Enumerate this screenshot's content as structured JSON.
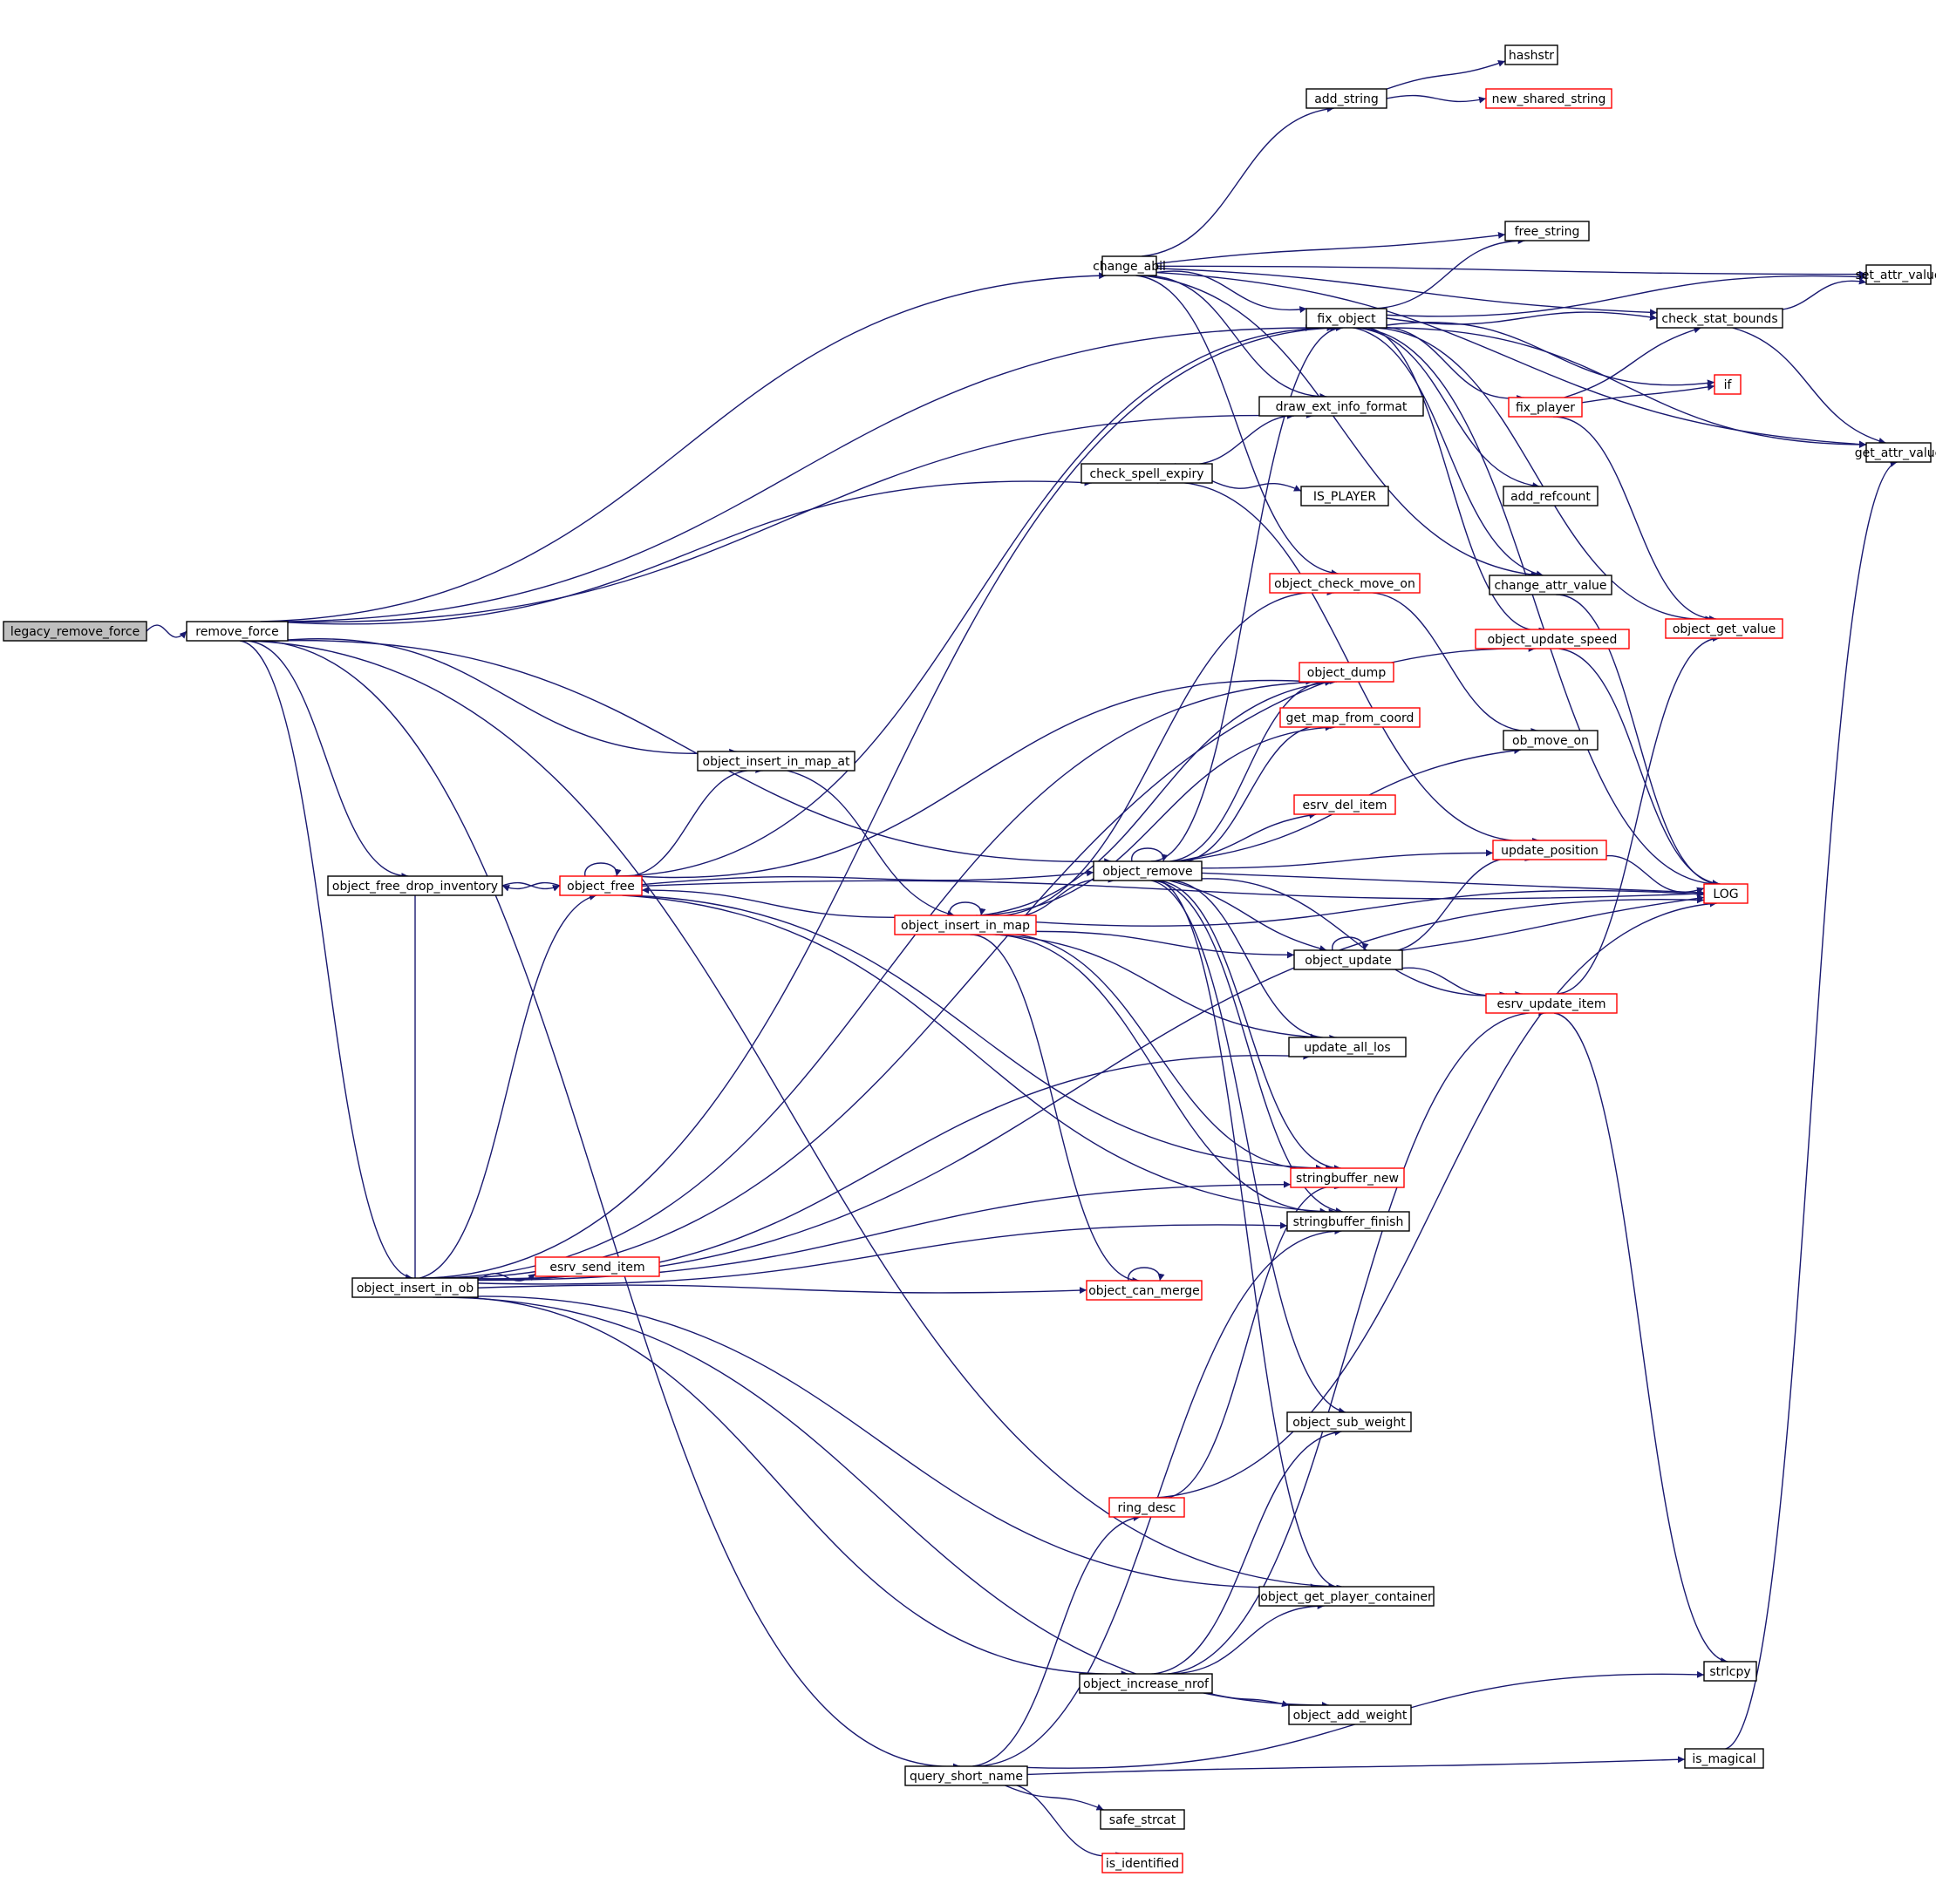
{
  "colors": {
    "edge": "#191970",
    "node_fill": "#ffffff",
    "root_fill": "#bfbfbf",
    "border_normal": "#000000",
    "border_truncated": "#ff0000"
  },
  "graph": {
    "root": "legacy_remove_force",
    "nodes": [
      {
        "id": "legacy_remove_force",
        "label": "legacy_remove_force",
        "kind": "root"
      },
      {
        "id": "remove_force",
        "label": "remove_force",
        "kind": "normal"
      },
      {
        "id": "change_abil",
        "label": "change_abil",
        "kind": "normal"
      },
      {
        "id": "add_string",
        "label": "add_string",
        "kind": "normal"
      },
      {
        "id": "hashstr",
        "label": "hashstr",
        "kind": "normal"
      },
      {
        "id": "new_shared_string",
        "label": "new_shared_string",
        "kind": "truncated"
      },
      {
        "id": "free_string",
        "label": "free_string",
        "kind": "normal"
      },
      {
        "id": "set_attr_value",
        "label": "set_attr_value",
        "kind": "normal"
      },
      {
        "id": "fix_object",
        "label": "fix_object",
        "kind": "normal"
      },
      {
        "id": "check_stat_bounds",
        "label": "check_stat_bounds",
        "kind": "normal"
      },
      {
        "id": "if",
        "label": "if",
        "kind": "truncated"
      },
      {
        "id": "fix_player",
        "label": "fix_player",
        "kind": "truncated"
      },
      {
        "id": "draw_ext_info_format",
        "label": "draw_ext_info_format",
        "kind": "normal"
      },
      {
        "id": "get_attr_value",
        "label": "get_attr_value",
        "kind": "normal"
      },
      {
        "id": "check_spell_expiry",
        "label": "check_spell_expiry",
        "kind": "normal"
      },
      {
        "id": "IS_PLAYER",
        "label": "IS_PLAYER",
        "kind": "normal"
      },
      {
        "id": "add_refcount",
        "label": "add_refcount",
        "kind": "normal"
      },
      {
        "id": "object_check_move_on",
        "label": "object_check_move_on",
        "kind": "truncated"
      },
      {
        "id": "change_attr_value",
        "label": "change_attr_value",
        "kind": "normal"
      },
      {
        "id": "object_get_value",
        "label": "object_get_value",
        "kind": "truncated"
      },
      {
        "id": "object_update_speed",
        "label": "object_update_speed",
        "kind": "truncated"
      },
      {
        "id": "object_dump",
        "label": "object_dump",
        "kind": "truncated"
      },
      {
        "id": "get_map_from_coord",
        "label": "get_map_from_coord",
        "kind": "truncated"
      },
      {
        "id": "ob_move_on",
        "label": "ob_move_on",
        "kind": "normal"
      },
      {
        "id": "object_insert_in_map_at",
        "label": "object_insert_in_map_at",
        "kind": "normal"
      },
      {
        "id": "esrv_del_item",
        "label": "esrv_del_item",
        "kind": "truncated"
      },
      {
        "id": "update_position",
        "label": "update_position",
        "kind": "truncated"
      },
      {
        "id": "object_free_drop_inventory",
        "label": "object_free_drop_inventory",
        "kind": "normal"
      },
      {
        "id": "object_free",
        "label": "object_free",
        "kind": "truncated"
      },
      {
        "id": "object_remove",
        "label": "object_remove",
        "kind": "normal"
      },
      {
        "id": "LOG",
        "label": "LOG",
        "kind": "truncated"
      },
      {
        "id": "object_insert_in_map",
        "label": "object_insert_in_map",
        "kind": "truncated"
      },
      {
        "id": "object_update",
        "label": "object_update",
        "kind": "normal"
      },
      {
        "id": "esrv_update_item",
        "label": "esrv_update_item",
        "kind": "truncated"
      },
      {
        "id": "update_all_los",
        "label": "update_all_los",
        "kind": "normal"
      },
      {
        "id": "stringbuffer_new",
        "label": "stringbuffer_new",
        "kind": "truncated"
      },
      {
        "id": "stringbuffer_finish",
        "label": "stringbuffer_finish",
        "kind": "normal"
      },
      {
        "id": "object_insert_in_ob",
        "label": "object_insert_in_ob",
        "kind": "normal"
      },
      {
        "id": "esrv_send_item",
        "label": "esrv_send_item",
        "kind": "truncated"
      },
      {
        "id": "object_can_merge",
        "label": "object_can_merge",
        "kind": "truncated"
      },
      {
        "id": "object_sub_weight",
        "label": "object_sub_weight",
        "kind": "normal"
      },
      {
        "id": "ring_desc",
        "label": "ring_desc",
        "kind": "truncated"
      },
      {
        "id": "object_get_player_container",
        "label": "object_get_player_container",
        "kind": "normal"
      },
      {
        "id": "strlcpy",
        "label": "strlcpy",
        "kind": "normal"
      },
      {
        "id": "object_increase_nrof",
        "label": "object_increase_nrof",
        "kind": "normal"
      },
      {
        "id": "object_add_weight",
        "label": "object_add_weight",
        "kind": "normal"
      },
      {
        "id": "is_magical",
        "label": "is_magical",
        "kind": "normal"
      },
      {
        "id": "query_short_name",
        "label": "query_short_name",
        "kind": "normal"
      },
      {
        "id": "safe_strcat",
        "label": "safe_strcat",
        "kind": "normal"
      },
      {
        "id": "is_identified",
        "label": "is_identified",
        "kind": "truncated"
      }
    ],
    "edges": [
      [
        "legacy_remove_force",
        "remove_force"
      ],
      [
        "remove_force",
        "change_abil"
      ],
      [
        "remove_force",
        "fix_object"
      ],
      [
        "remove_force",
        "draw_ext_info_format"
      ],
      [
        "remove_force",
        "check_spell_expiry"
      ],
      [
        "remove_force",
        "object_insert_in_map_at"
      ],
      [
        "remove_force",
        "object_remove"
      ],
      [
        "remove_force",
        "object_free_drop_inventory"
      ],
      [
        "remove_force",
        "object_insert_in_ob"
      ],
      [
        "remove_force",
        "object_get_player_container"
      ],
      [
        "remove_force",
        "query_short_name"
      ],
      [
        "change_abil",
        "add_string"
      ],
      [
        "change_abil",
        "set_attr_value"
      ],
      [
        "change_abil",
        "check_stat_bounds"
      ],
      [
        "change_abil",
        "get_attr_value"
      ],
      [
        "change_abil",
        "free_string"
      ],
      [
        "change_abil",
        "fix_object"
      ],
      [
        "change_abil",
        "draw_ext_info_format"
      ],
      [
        "change_abil",
        "object_check_move_on"
      ],
      [
        "change_abil",
        "change_attr_value"
      ],
      [
        "add_string",
        "hashstr"
      ],
      [
        "add_string",
        "new_shared_string"
      ],
      [
        "fix_object",
        "free_string"
      ],
      [
        "fix_object",
        "set_attr_value"
      ],
      [
        "fix_object",
        "check_stat_bounds"
      ],
      [
        "fix_object",
        "if"
      ],
      [
        "fix_object",
        "fix_player"
      ],
      [
        "fix_object",
        "get_attr_value"
      ],
      [
        "fix_object",
        "add_refcount"
      ],
      [
        "fix_object",
        "change_attr_value"
      ],
      [
        "fix_object",
        "object_update_speed"
      ],
      [
        "fix_object",
        "object_get_value"
      ],
      [
        "fix_object",
        "LOG"
      ],
      [
        "check_stat_bounds",
        "set_attr_value"
      ],
      [
        "check_stat_bounds",
        "get_attr_value"
      ],
      [
        "fix_player",
        "check_stat_bounds"
      ],
      [
        "fix_player",
        "if"
      ],
      [
        "fix_player",
        "object_get_value"
      ],
      [
        "check_spell_expiry",
        "draw_ext_info_format"
      ],
      [
        "check_spell_expiry",
        "IS_PLAYER"
      ],
      [
        "check_spell_expiry",
        "update_position"
      ],
      [
        "object_check_move_on",
        "ob_move_on"
      ],
      [
        "change_attr_value",
        "LOG"
      ],
      [
        "object_update_speed",
        "LOG"
      ],
      [
        "object_insert_in_map_at",
        "object_insert_in_map"
      ],
      [
        "update_position",
        "LOG"
      ],
      [
        "object_free_drop_inventory",
        "object_free"
      ],
      [
        "object_free",
        "object_free"
      ],
      [
        "object_free",
        "object_insert_in_map_at"
      ],
      [
        "object_free",
        "object_dump"
      ],
      [
        "object_free",
        "object_remove"
      ],
      [
        "object_free",
        "object_free_drop_inventory"
      ],
      [
        "object_free",
        "fix_object"
      ],
      [
        "object_free",
        "stringbuffer_new"
      ],
      [
        "object_free",
        "stringbuffer_finish"
      ],
      [
        "object_free",
        "LOG"
      ],
      [
        "object_remove",
        "object_remove"
      ],
      [
        "object_remove",
        "fix_object"
      ],
      [
        "object_remove",
        "object_dump"
      ],
      [
        "object_remove",
        "get_map_from_coord"
      ],
      [
        "object_remove",
        "ob_move_on"
      ],
      [
        "object_remove",
        "esrv_del_item"
      ],
      [
        "object_remove",
        "update_position"
      ],
      [
        "object_remove",
        "LOG"
      ],
      [
        "object_remove",
        "object_update"
      ],
      [
        "object_remove",
        "esrv_update_item"
      ],
      [
        "object_remove",
        "update_all_los"
      ],
      [
        "object_remove",
        "stringbuffer_new"
      ],
      [
        "object_remove",
        "stringbuffer_finish"
      ],
      [
        "object_remove",
        "object_sub_weight"
      ],
      [
        "object_remove",
        "object_get_player_container"
      ],
      [
        "object_insert_in_map",
        "object_insert_in_map"
      ],
      [
        "object_insert_in_map",
        "object_free"
      ],
      [
        "object_insert_in_map",
        "object_remove"
      ],
      [
        "object_insert_in_map",
        "object_check_move_on"
      ],
      [
        "object_insert_in_map",
        "object_dump"
      ],
      [
        "object_insert_in_map",
        "get_map_from_coord"
      ],
      [
        "object_insert_in_map",
        "object_update"
      ],
      [
        "object_insert_in_map",
        "update_all_los"
      ],
      [
        "object_insert_in_map",
        "LOG"
      ],
      [
        "object_insert_in_map",
        "stringbuffer_new"
      ],
      [
        "object_insert_in_map",
        "stringbuffer_finish"
      ],
      [
        "object_insert_in_map",
        "object_can_merge"
      ],
      [
        "object_update",
        "object_update"
      ],
      [
        "object_update",
        "update_position"
      ],
      [
        "object_update",
        "LOG"
      ],
      [
        "object_update",
        "esrv_update_item"
      ],
      [
        "esrv_update_item",
        "object_get_value"
      ],
      [
        "esrv_update_item",
        "strlcpy"
      ],
      [
        "object_insert_in_ob",
        "object_free_drop_inventory"
      ],
      [
        "object_insert_in_ob",
        "object_free"
      ],
      [
        "object_insert_in_ob",
        "fix_object"
      ],
      [
        "object_insert_in_ob",
        "object_dump"
      ],
      [
        "object_insert_in_ob",
        "object_update_speed"
      ],
      [
        "object_insert_in_ob",
        "update_all_los"
      ],
      [
        "object_insert_in_ob",
        "esrv_send_item"
      ],
      [
        "object_insert_in_ob",
        "object_can_merge"
      ],
      [
        "object_insert_in_ob",
        "stringbuffer_new"
      ],
      [
        "object_insert_in_ob",
        "stringbuffer_finish"
      ],
      [
        "object_insert_in_ob",
        "LOG"
      ],
      [
        "object_insert_in_ob",
        "object_get_player_container"
      ],
      [
        "object_insert_in_ob",
        "object_increase_nrof"
      ],
      [
        "object_insert_in_ob",
        "object_add_weight"
      ],
      [
        "object_can_merge",
        "object_can_merge"
      ],
      [
        "ring_desc",
        "stringbuffer_new"
      ],
      [
        "ring_desc",
        "LOG"
      ],
      [
        "object_increase_nrof",
        "object_sub_weight"
      ],
      [
        "object_increase_nrof",
        "object_get_player_container"
      ],
      [
        "object_increase_nrof",
        "object_add_weight"
      ],
      [
        "object_increase_nrof",
        "esrv_update_item"
      ],
      [
        "is_magical",
        "get_attr_value"
      ],
      [
        "query_short_name",
        "ring_desc"
      ],
      [
        "query_short_name",
        "stringbuffer_finish"
      ],
      [
        "query_short_name",
        "strlcpy"
      ],
      [
        "query_short_name",
        "safe_strcat"
      ],
      [
        "query_short_name",
        "is_identified"
      ],
      [
        "query_short_name",
        "is_magical"
      ]
    ]
  }
}
